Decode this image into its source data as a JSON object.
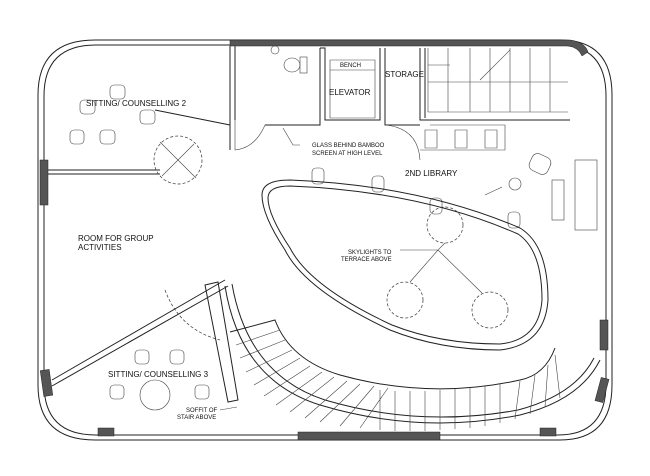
{
  "plan": {
    "rooms": {
      "sitting2": "SITTING/ COUNSELLING 2",
      "sitting3": "SITTING/ COUNSELLING 3",
      "group_line1": "ROOM FOR GROUP",
      "group_line2": "ACTIVITIES",
      "elevator": "ELEVATOR",
      "bench": "BENCH",
      "storage": "STORAGE",
      "library": "2ND LIBRARY"
    },
    "notes": {
      "glass_line1": "GLASS BEHIND BAMBOO",
      "glass_line2": "SCREEN AT HIGH LEVEL",
      "skylights_line1": "SKYLIGHTS TO",
      "skylights_line2": "TERRACE ABOVE",
      "soffit_line1": "SOFFIT OF",
      "soffit_line2": "STAIR ABOVE"
    },
    "colors": {
      "line": "#222222",
      "wall_fill": "#555555",
      "background": "#ffffff"
    }
  }
}
